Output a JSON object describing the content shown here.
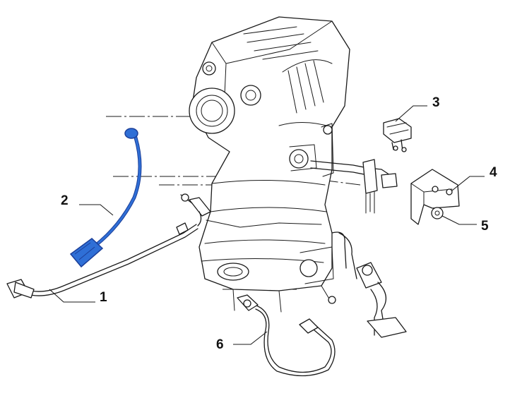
{
  "colors": {
    "line": "#1a1a1a",
    "highlight": "#2f6fd6",
    "highlight_dark": "#1c3f99",
    "background": "#ffffff"
  },
  "callouts": [
    {
      "id": "1",
      "label": "1"
    },
    {
      "id": "2",
      "label": "2"
    },
    {
      "id": "3",
      "label": "3"
    },
    {
      "id": "4",
      "label": "4"
    },
    {
      "id": "5",
      "label": "5"
    },
    {
      "id": "6",
      "label": "6"
    }
  ]
}
